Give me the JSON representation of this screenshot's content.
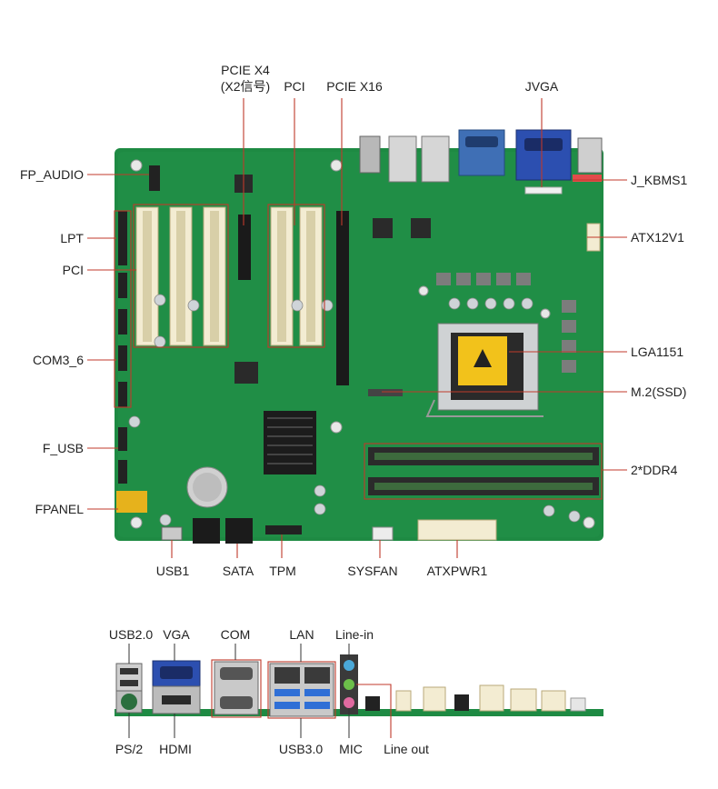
{
  "board_labels": {
    "pcie_x4": "PCIE X4",
    "pcie_x4_sub": "(X2信号)",
    "pci_top": "PCI",
    "pcie_x16": "PCIE X16",
    "jvga": "JVGA",
    "fp_audio": "FP_AUDIO",
    "j_kbms1": "J_KBMS1",
    "lpt": "LPT",
    "atx12v1": "ATX12V1",
    "pci_left": "PCI",
    "com3_6": "COM3_6",
    "lga1151": "LGA1151",
    "m2_ssd": "M.2(SSD)",
    "f_usb": "F_USB",
    "ddr4": "2*DDR4",
    "fpanel": "FPANEL",
    "usb1": "USB1",
    "sata": "SATA",
    "tpm": "TPM",
    "sysfan": "SYSFAN",
    "atxpwr1": "ATXPWR1"
  },
  "io_labels": {
    "usb2": "USB2.0",
    "vga": "VGA",
    "com": "COM",
    "lan": "LAN",
    "line_in": "Line-in",
    "ps2": "PS/2",
    "hdmi": "HDMI",
    "usb3": "USB3.0",
    "mic": "MIC",
    "line_out": "Line out"
  },
  "colors": {
    "pcb": "#1e8a43",
    "pcb_dark": "#146b33",
    "leader": "#c0392b",
    "pci_slot": "#f3ecd2",
    "pcie_slot": "#1a1a1a",
    "dimm": "#2b2b2b",
    "vga_blue": "#2c4fb0",
    "com_blue": "#3f6fb5",
    "usb3_blue": "#2f6fd6"
  },
  "icons": [
    "cpu-socket-icon",
    "heatsink-icon",
    "battery-icon"
  ]
}
